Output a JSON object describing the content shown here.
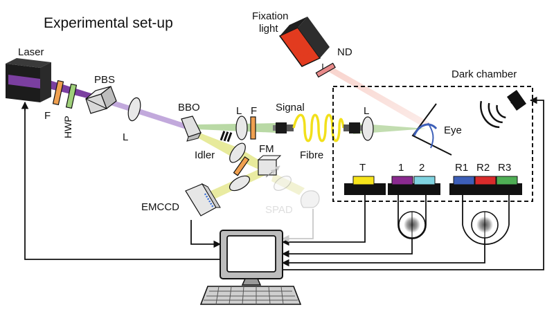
{
  "title": "Experimental set-up",
  "labels": {
    "laser": "Laser",
    "filter_f": "F",
    "hwp": "HWP",
    "pbs": "PBS",
    "lens_l": "L",
    "bbo": "BBO",
    "lens_l2": "L",
    "filter_f2": "F",
    "signal": "Signal",
    "fibre": "Fibre",
    "lens_l3": "L",
    "idler": "Idler",
    "fm": "FM",
    "emccd": "EMCCD",
    "spad": "SPAD",
    "fixation_light_1": "Fixation",
    "fixation_light_2": "light",
    "nd": "ND",
    "dark_chamber": "Dark chamber",
    "eye": "Eye",
    "btn_t": "T",
    "btn_1": "1",
    "btn_2": "2",
    "btn_r1": "R1",
    "btn_r2": "R2",
    "btn_r3": "R3"
  },
  "colors": {
    "laser_beam": "#7b3fa0",
    "pump_beam": "#b79ad6",
    "signal_beam": "#a8cf8e",
    "idler_beam": "#e3e68a",
    "fibre": "#f2e01b",
    "filter": "#f0a050",
    "hwp": "#9fd07a",
    "fixation_red": "#e23b1f",
    "btn_t": "#f7e41b",
    "btn_1": "#8a2a8f",
    "btn_2": "#7fd3e0",
    "btn_r1": "#3d5fb8",
    "btn_r2": "#d92b2b",
    "btn_r3": "#4fae55"
  }
}
